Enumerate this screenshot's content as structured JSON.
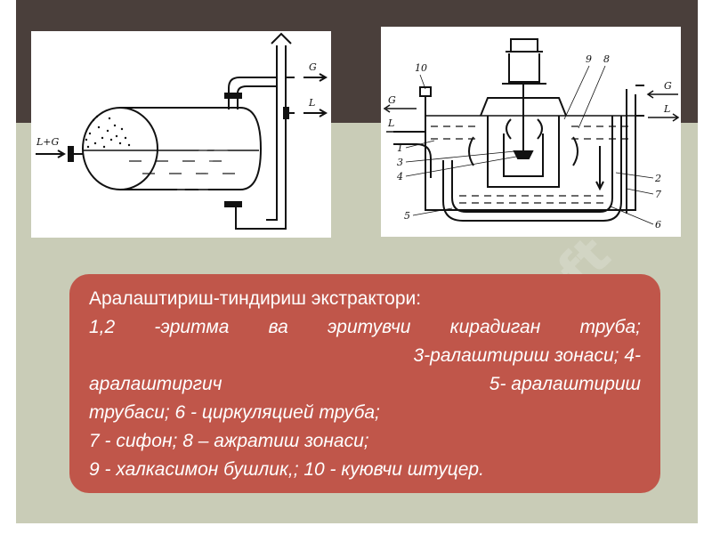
{
  "caption": {
    "title": "Аралаштириш-тиндириш экстрактори:",
    "line1": "1,2 -эритма   ва   эритувчи киради­ган   труба;",
    "line2": "3-ралаштириш   зонаси;  4-",
    "line3_left": "аралаштиргич",
    "line3_right": "5- аралаштириш",
    "line4": "трубаси; 6 - циркуляцией труба;",
    "line5": "7 - сифон; 8 – ажратиш зонаси;",
    "line6": "9 - халкасимон бушлик,; 10 - куювчи штуцер."
  },
  "left_diagram": {
    "inlet_label": "L+G",
    "outlet_top_label": "G",
    "outlet_bottom_label": "L"
  },
  "right_diagram": {
    "label_G_left": "G",
    "label_L_left": "L",
    "label_G_right": "G",
    "label_L_right": "L",
    "num_1": "1",
    "num_2": "2",
    "num_3": "3",
    "num_4": "4",
    "num_5": "5",
    "num_6": "6",
    "num_7": "7",
    "num_8": "8",
    "num_9": "9",
    "num_10": "10"
  },
  "watermark": "Soft",
  "colors": {
    "dark_band": "#4a3f3b",
    "panel_bg": "#c9ccb7",
    "caption_bg": "#c0564a"
  }
}
